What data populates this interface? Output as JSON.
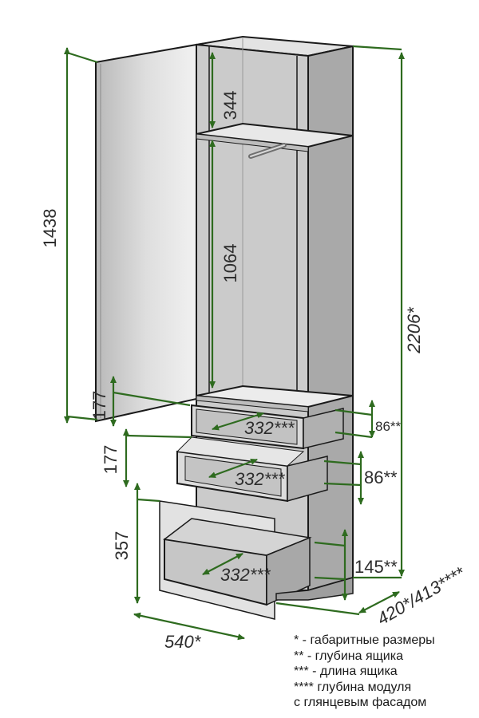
{
  "colors": {
    "dimension": "#2e6b1f",
    "outline": "#1a1a1a",
    "panel_fill": "#cfcfcf",
    "label": "#2d2d2d"
  },
  "dimensions": {
    "shelf_top_gap": "344",
    "hanging_height": "1064",
    "door_height": "1438",
    "total_height": "2206*",
    "drawer1_height": "177",
    "drawer2_height": "177",
    "drawer3_height": "357",
    "drawer1_length": "332***",
    "drawer2_length": "332***",
    "drawer3_length": "332***",
    "drawer1_depth": "86**",
    "drawer2_depth": "86**",
    "drawer3_depth": "145**",
    "module_width": "540*",
    "module_depth": "420*/413****"
  },
  "legend": [
    "* - габаритные размеры",
    "** - глубина ящика",
    "*** - длина ящика",
    "**** глубина модуля",
    "с глянцевым фасадом"
  ]
}
